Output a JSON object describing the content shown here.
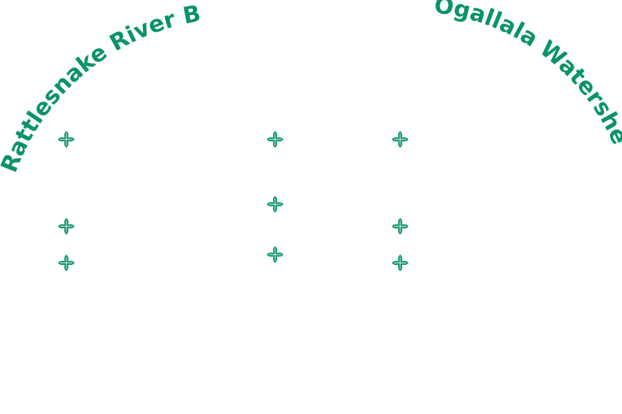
{
  "titles": {
    "left": "Rattlesnake River Basin",
    "right": "Ogallala Watershed"
  },
  "colors": {
    "accent": "#0a9466",
    "background": "#ffffff"
  },
  "markers": {
    "icon": "four-petal-leaf-icon",
    "count": 9
  }
}
